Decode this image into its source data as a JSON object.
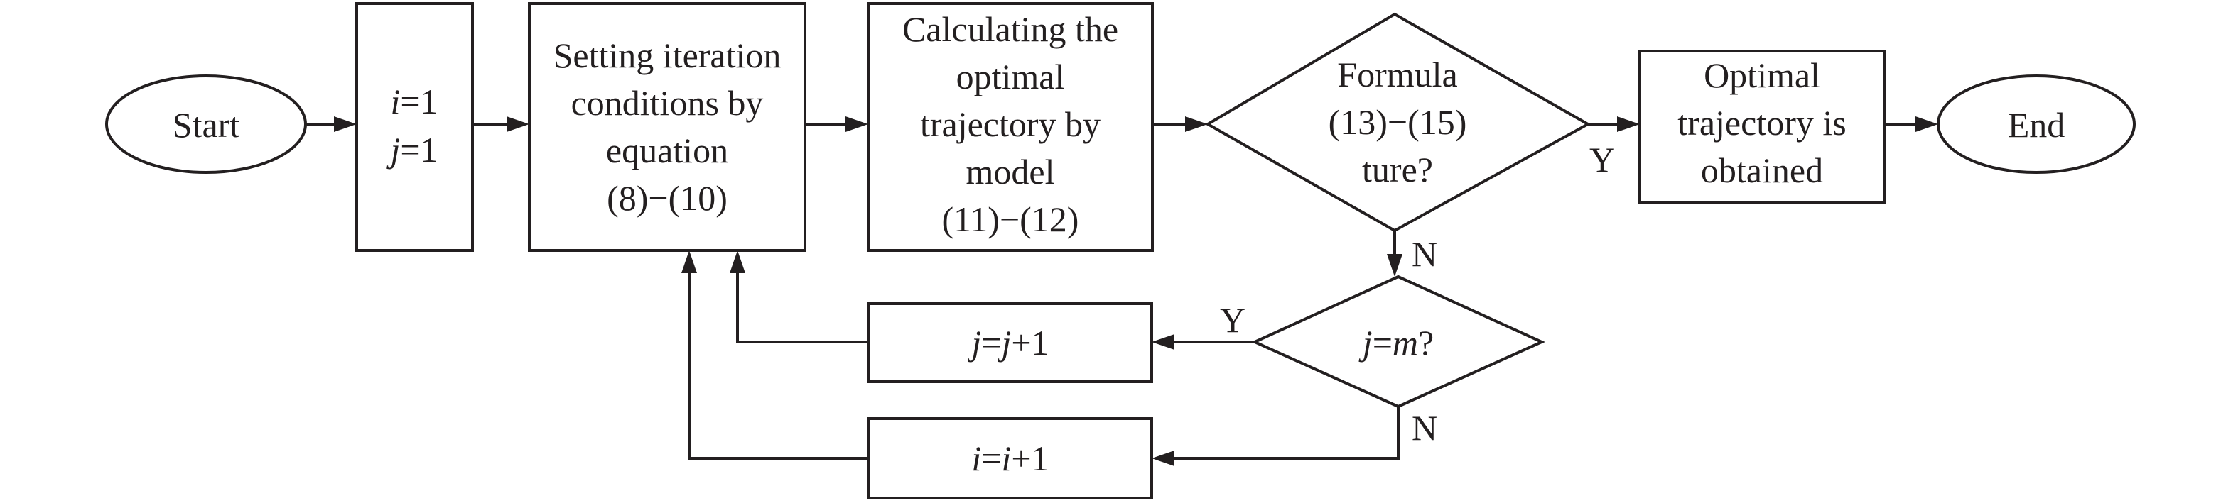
{
  "nodes": {
    "start": {
      "label": "Start"
    },
    "init": {
      "i_var": "i",
      "eq1": "=1",
      "j_var": "j",
      "eq2": "=1"
    },
    "setting": {
      "lines": [
        "Setting iteration",
        "conditions by",
        "equation",
        "(8)−(10)"
      ]
    },
    "calculating": {
      "lines": [
        "Calculating the",
        "optimal",
        "trajectory by",
        "model",
        "(11)−(12)"
      ]
    },
    "formula": {
      "lines": [
        "Formula",
        "(13)−(15)",
        "ture?"
      ]
    },
    "optimal": {
      "lines": [
        "Optimal",
        "trajectory is",
        "obtained"
      ]
    },
    "end": {
      "label": "End"
    },
    "jm": {
      "j_var": "j",
      "eq": "=",
      "m_var": "m",
      "q": "?"
    },
    "jinc": {
      "j1": "j",
      "eq": "=",
      "j2": "j",
      "plus": "+1"
    },
    "iinc": {
      "i1": "i",
      "eq": "=",
      "i2": "i",
      "plus": "+1"
    }
  },
  "edges": {
    "formula_yes": "Y",
    "formula_no": "N",
    "jm_yes": "Y",
    "jm_no": "N"
  }
}
